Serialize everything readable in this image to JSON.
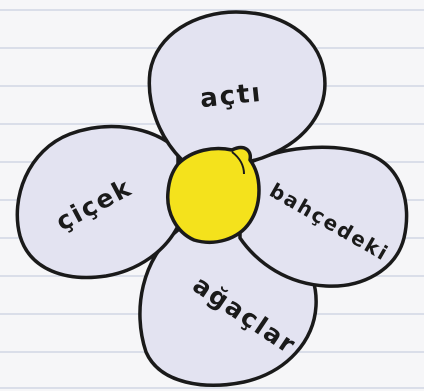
{
  "colors": {
    "paper": "#f6f6f8",
    "ruled_line": "#c9cfe0",
    "petal_fill": "#e3e3f1",
    "outline": "#1a1a1a",
    "center_fill": "#f4e21c"
  },
  "flower": {
    "petals": {
      "top": "açtı",
      "left": "çiçek",
      "right": "bahçedeki",
      "bottom": "ağaçlar"
    }
  }
}
